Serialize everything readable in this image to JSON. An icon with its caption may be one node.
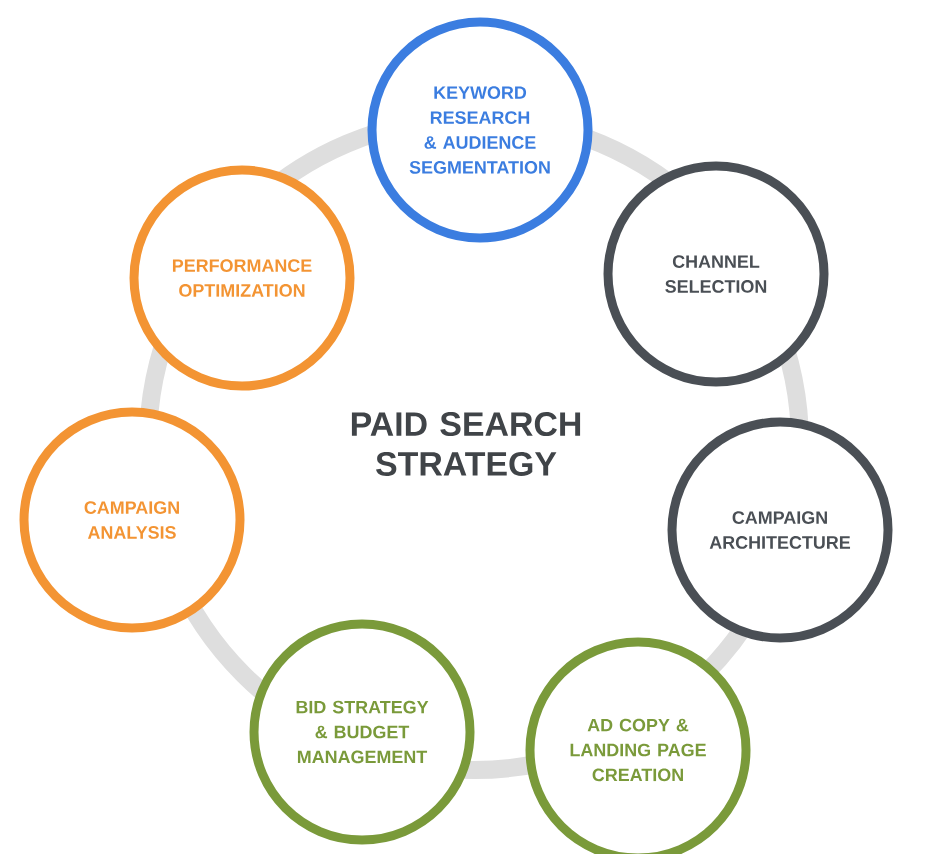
{
  "diagram": {
    "title": "PAID SEARCH STRATEGY",
    "nodes": [
      {
        "text": [
          "KEYWORD RESEARCH & AUDIENCE SEGMENTATION"
        ]
      },
      {
        "text": [
          "CHANNEL SELECTION"
        ]
      },
      {
        "text": [
          "CAMPAIGN ARCHITECTURE"
        ]
      },
      {
        "text": [
          "AD COPY & LANDING PAGE CREATION"
        ]
      },
      {
        "text": [
          "BID STRATEGY & BUDGET MANAGEMENT"
        ]
      },
      {
        "text": [
          "CAMPAIGN ANALYSIS"
        ]
      },
      {
        "text": [
          "PERFORMANCE OPTIMIZATION"
        ]
      }
    ]
  }
}
